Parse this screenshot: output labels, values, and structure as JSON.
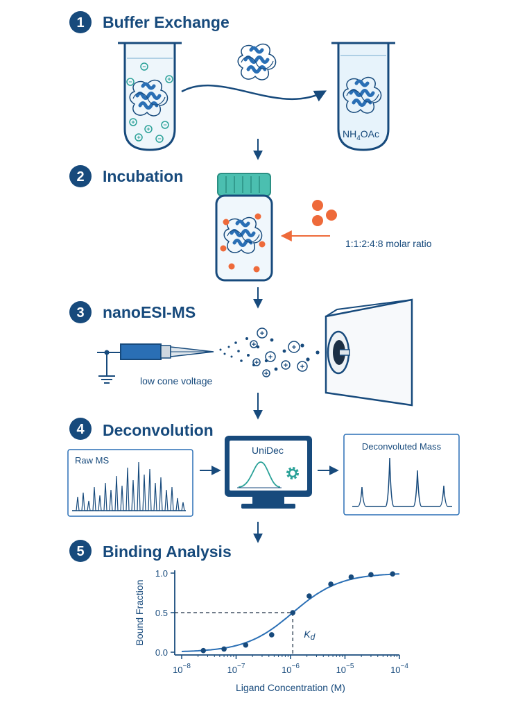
{
  "steps": [
    {
      "num": "1",
      "title": "Buffer Exchange"
    },
    {
      "num": "2",
      "title": "Incubation"
    },
    {
      "num": "3",
      "title": "nanoESI-MS"
    },
    {
      "num": "4",
      "title": "Deconvolution"
    },
    {
      "num": "5",
      "title": "Binding Analysis"
    }
  ],
  "labels": {
    "buffer_main": "NH",
    "buffer_sub": "4",
    "buffer_tail": "OAc",
    "molar_ratio": "1:1:2:4:8 molar ratio",
    "cone_voltage": "low cone voltage",
    "raw_ms": "Raw MS",
    "software": "UniDec",
    "deconvoluted": "Deconvoluted Mass"
  },
  "colors": {
    "navy": "#174a7c",
    "protein": "#2a6fb5",
    "ligand": "#ee6a3a",
    "cap": "#4bbfb0",
    "ion": "#2aa198"
  },
  "chart_data": {
    "type": "line",
    "x_scale": "log",
    "xlabel": "Ligand Concentration (M)",
    "ylabel": "Bound Fraction",
    "xlim": [
      1e-08,
      0.0001
    ],
    "ylim": [
      0.0,
      1.0
    ],
    "x_ticks": [
      1e-08,
      1e-07,
      1e-06,
      1e-05,
      0.0001
    ],
    "x_tick_labels": [
      {
        "base": "10",
        "exp": "−8"
      },
      {
        "base": "10",
        "exp": "−7"
      },
      {
        "base": "10",
        "exp": "−6"
      },
      {
        "base": "10",
        "exp": "−5"
      },
      {
        "base": "10",
        "exp": "−4"
      }
    ],
    "y_ticks": [
      0.0,
      0.5,
      1.0
    ],
    "y_tick_labels": [
      "0.0",
      "0.5",
      "1.0"
    ],
    "kd": 1.1e-06,
    "kd_label": "K",
    "kd_sub": "d",
    "points": [
      {
        "x": 2.5e-08,
        "y": 0.02
      },
      {
        "x": 6e-08,
        "y": 0.04
      },
      {
        "x": 1.5e-07,
        "y": 0.09
      },
      {
        "x": 4.5e-07,
        "y": 0.22
      },
      {
        "x": 1.1e-06,
        "y": 0.5
      },
      {
        "x": 2.2e-06,
        "y": 0.71
      },
      {
        "x": 5.5e-06,
        "y": 0.86
      },
      {
        "x": 1.3e-05,
        "y": 0.95
      },
      {
        "x": 3e-05,
        "y": 0.98
      },
      {
        "x": 7.5e-05,
        "y": 0.99
      }
    ]
  }
}
